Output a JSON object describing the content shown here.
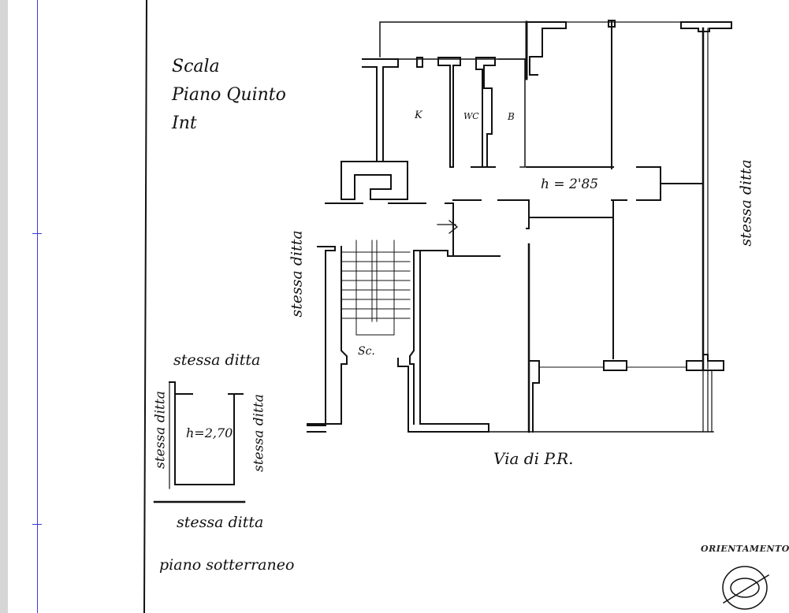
{
  "title_block": {
    "line1": "Scala",
    "line2": "Piano Quinto",
    "line3": "Int"
  },
  "main_plan": {
    "room_k": "K",
    "room_wc": "WC",
    "room_b": "B",
    "height_note": "h = 2'85",
    "label_left": "stessa ditta",
    "label_right": "stessa ditta",
    "stair_label": "Sc.",
    "street_label": "Via di P.R."
  },
  "basement": {
    "label_top": "stessa ditta",
    "label_left": "stessa ditta",
    "label_right": "stessa ditta",
    "label_bottom": "stessa ditta",
    "height_note": "h=2,70",
    "caption": "piano sotterraneo"
  },
  "orientation": {
    "label": "ORIENTAMENTO"
  },
  "colors": {
    "ruler": "#3a3ad8",
    "ink": "#111111",
    "gutter": "#d6d6d6"
  }
}
